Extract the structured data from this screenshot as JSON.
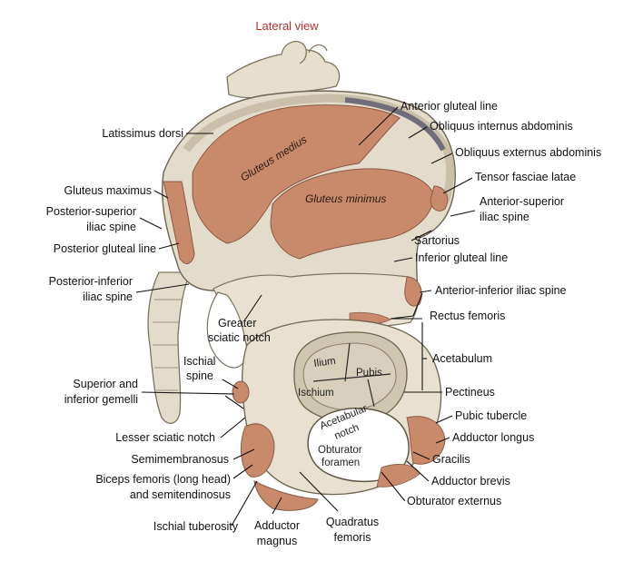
{
  "title": "Lateral view",
  "colors": {
    "muscle": "#c98a6c",
    "bone": "#e4dccb",
    "bone_shadow": "#b9ad93",
    "title": "#b03030"
  },
  "labels": {
    "anterior_gluteal_line": "Anterior gluteal line",
    "obliquus_internus": "Obliquus internus abdominis",
    "obliquus_externus": "Obliquus externus abdominis",
    "tensor_fasciae_latae": "Tensor fasciae latae",
    "asis_1": "Anterior-superior",
    "asis_2": "iliac spine",
    "sartorius": "Sartorius",
    "inferior_gluteal_line": "Inferior gluteal line",
    "aiis": "Anterior-inferior iliac spine",
    "rectus_femoris": "Rectus femoris",
    "acetabulum": "Acetabulum",
    "pectineus": "Pectineus",
    "pubic_tubercle": "Pubic tubercle",
    "adductor_longus": "Adductor longus",
    "gracilis": "Gracilis",
    "adductor_brevis": "Adductor brevis",
    "obturator_externus": "Obturator externus",
    "latissimus_dorsi": "Latissimus dorsi",
    "gluteus_maximus": "Gluteus maximus",
    "psis_1": "Posterior-superior",
    "psis_2": "iliac spine",
    "posterior_gluteal_line": "Posterior gluteal line",
    "piis_1": "Posterior-inferior",
    "piis_2": "iliac spine",
    "greater_sciatic_1": "Greater",
    "greater_sciatic_2": "sciatic notch",
    "ischial_spine_1": "Ischial",
    "ischial_spine_2": "spine",
    "gemelli_1": "Superior and",
    "gemelli_2": "inferior gemelli",
    "lesser_sciatic": "Lesser sciatic notch",
    "semimembranosus": "Semimembranosus",
    "biceps_1": "Biceps femoris (long head)",
    "biceps_2": "and semitendinosus",
    "ischial_tuberosity": "Ischial tuberosity",
    "adductor_magnus_1": "Adductor",
    "adductor_magnus_2": "magnus",
    "quadratus_1": "Quadratus",
    "quadratus_2": "femoris"
  },
  "inside_labels": {
    "gluteus_medius": "Gluteus medius",
    "gluteus_minimus": "Gluteus minimus",
    "ilium": "Ilium",
    "ischium": "Ischium",
    "pubis": "Pubis",
    "acetabular_1": "Acetabular",
    "acetabular_2": "notch",
    "obturator_1": "Obturator",
    "obturator_2": "foramen"
  }
}
